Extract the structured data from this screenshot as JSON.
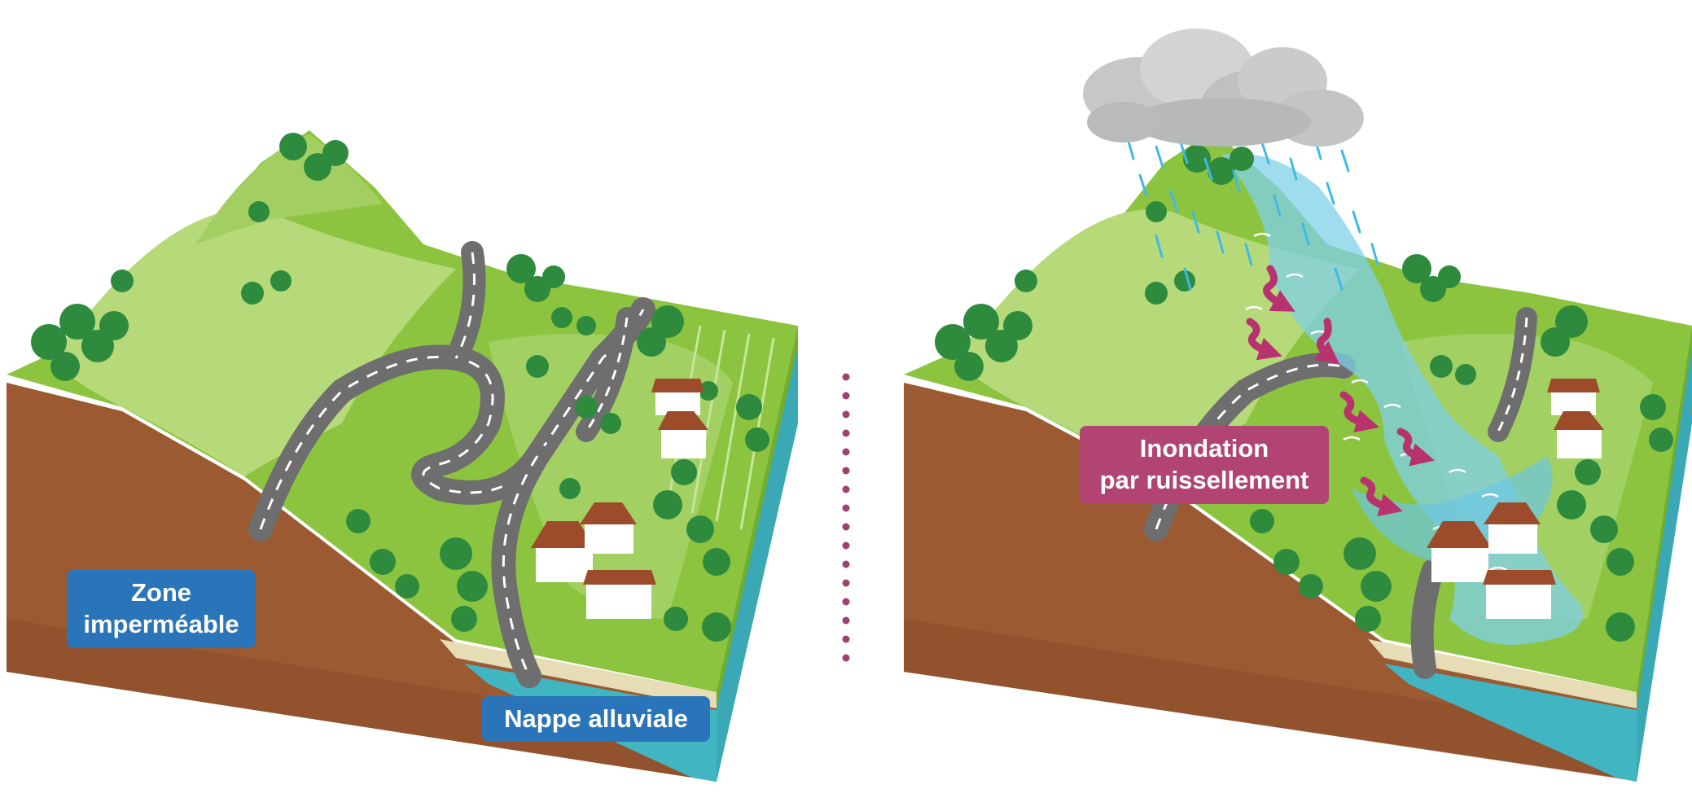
{
  "colors": {
    "blue_label": "#2a74b9",
    "magenta_label": "#b24473",
    "soil": "#9b5a32",
    "soil_dark": "#7e4526",
    "grass": "#8cc43f",
    "grass_light": "#b6d97a",
    "road": "#6e6e6e",
    "water": "#4fb9c9",
    "flood": "#7fd0e8",
    "tree": "#2e8b3e",
    "cloud": "#c6c7c8",
    "rain": "#3fb9e6",
    "arrow": "#b8326e",
    "separator": "#a04070"
  },
  "labels": {
    "zone": [
      "Zone",
      "imperméable"
    ],
    "nappe": "Nappe alluviale",
    "inondation": [
      "Inondation",
      "par ruissellement"
    ]
  }
}
